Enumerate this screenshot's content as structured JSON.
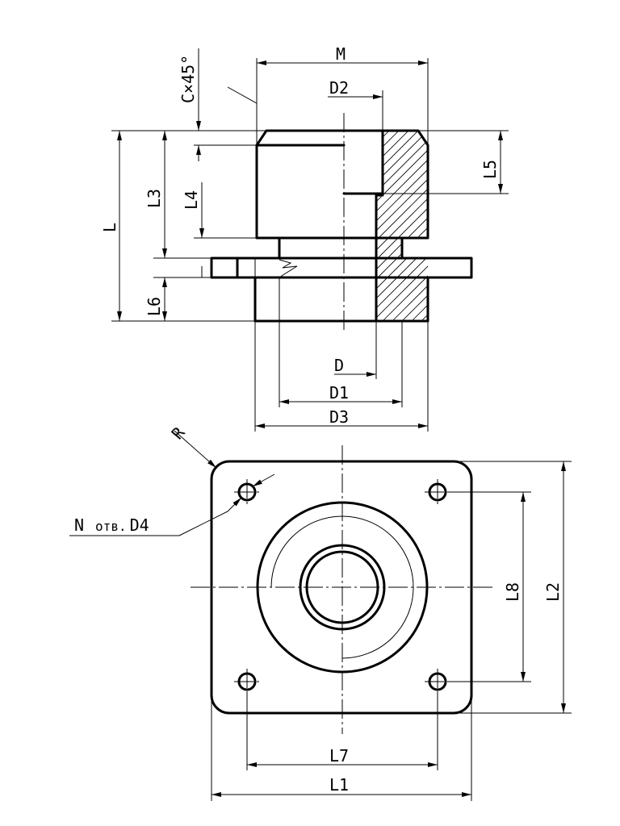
{
  "labels": {
    "m": "M",
    "d2": "D2",
    "chamfer": "C×45°",
    "l": "L",
    "l3": "L3",
    "l4": "L4",
    "l5": "L5",
    "l6": "L6",
    "d": "D",
    "d1": "D1",
    "d3": "D3",
    "r": "R",
    "holes_prefix": "N",
    "holes_word": "отв.",
    "holes_size": "D4",
    "l7": "L7",
    "l1": "L1",
    "l8": "L8",
    "l2": "L2"
  }
}
